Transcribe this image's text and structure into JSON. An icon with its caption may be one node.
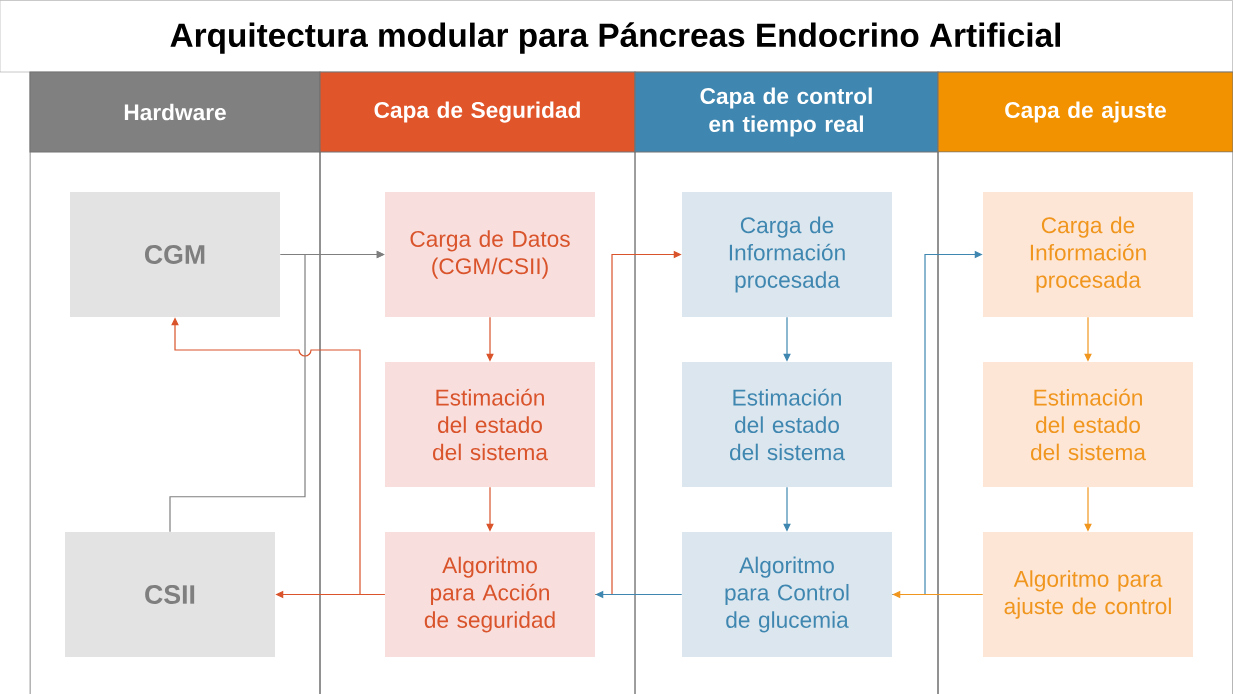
{
  "diagram": {
    "title": "Arquitectura modular para Páncreas Endocrino Artificial",
    "nodes": [
      {
        "text": [
          "Hardware"
        ]
      },
      {
        "text": [
          "CGM"
        ],
        "in": 0
      },
      {
        "text": [
          "CSII"
        ],
        "in": 0
      },
      {
        "text": [
          "Capa de Seguridad"
        ]
      },
      {
        "text": [
          "Carga de Datos (CGM/CSII)"
        ],
        "in": 3
      },
      {
        "text": [
          "Estimación del estado del sistema"
        ],
        "in": 3
      },
      {
        "text": [
          "Algoritmo para Acción de seguridad"
        ],
        "in": 3
      },
      {
        "text": [
          "Capa de control en tiempo real"
        ]
      },
      {
        "text": [
          "Carga de Información procesada"
        ],
        "in": 7
      },
      {
        "text": [
          "Estimación del estado del sistema"
        ],
        "in": 7
      },
      {
        "text": [
          "Algoritmo para Control de glucemia"
        ],
        "in": 7
      },
      {
        "text": [
          "Capa de ajuste"
        ]
      },
      {
        "text": [
          "Carga de Información procesada"
        ],
        "in": 11
      },
      {
        "text": [
          "Estimación del estado del sistema"
        ],
        "in": 11
      },
      {
        "text": [
          "Algoritmo para ajuste de control"
        ],
        "in": 11
      }
    ],
    "edges": [
      {
        "from": 1,
        "to": 4,
        "arrow": "to",
        "color": "#7f7f7f"
      },
      {
        "from": 2,
        "to": 4,
        "arrow": "to",
        "color": "#7f7f7f"
      },
      {
        "from": 4,
        "to": 5,
        "arrow": "to",
        "color": "#d9532b"
      },
      {
        "from": 5,
        "to": 6,
        "arrow": "to",
        "color": "#d9532b"
      },
      {
        "from": 6,
        "to": 2,
        "arrow": "to",
        "color": "#d9532b"
      },
      {
        "from": 6,
        "to": 1,
        "arrow": "to",
        "color": "#d9532b"
      },
      {
        "from": 6,
        "to": 8,
        "arrow": "to",
        "color": "#d9532b"
      },
      {
        "from": 8,
        "to": 9,
        "arrow": "to",
        "color": "#3f87b0"
      },
      {
        "from": 9,
        "to": 10,
        "arrow": "to",
        "color": "#3f87b0"
      },
      {
        "from": 10,
        "to": 6,
        "arrow": "to",
        "color": "#3f87b0"
      },
      {
        "from": 10,
        "to": 12,
        "arrow": "to",
        "color": "#3f87b0"
      },
      {
        "from": 12,
        "to": 13,
        "arrow": "to",
        "color": "#f0961e"
      },
      {
        "from": 13,
        "to": 14,
        "arrow": "to",
        "color": "#f0961e"
      },
      {
        "from": 14,
        "to": 10,
        "arrow": "to",
        "color": "#f0961e"
      }
    ]
  }
}
